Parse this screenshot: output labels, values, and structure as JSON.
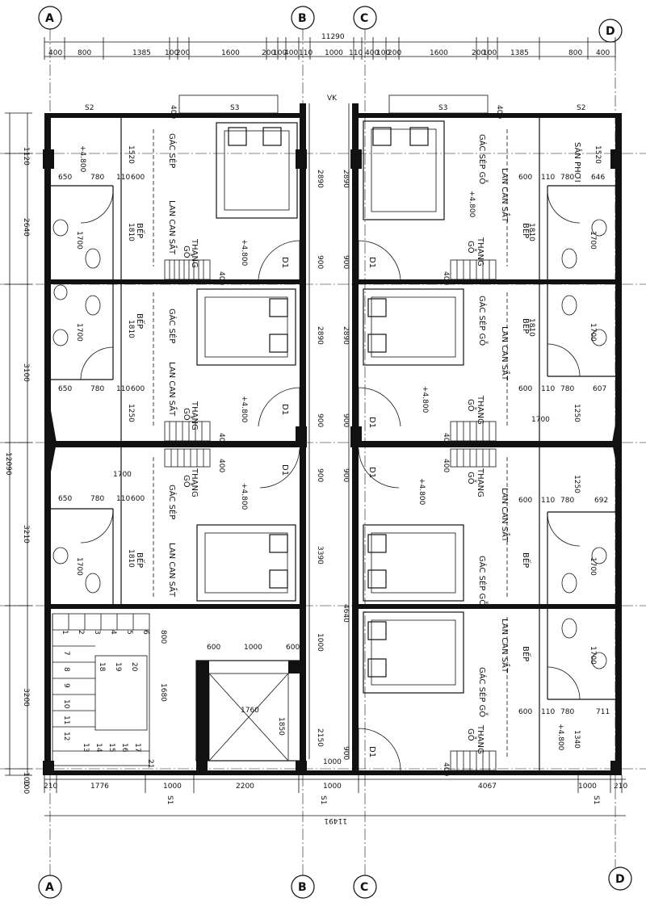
{
  "axes": {
    "a": "A",
    "b": "B",
    "c": "C",
    "d": "D"
  },
  "top_dims": {
    "overall": "11290",
    "segments": [
      "400",
      "800",
      "1385",
      "100",
      "200",
      "1600",
      "200",
      "100",
      "400",
      "110",
      "1000",
      "110",
      "400",
      "100",
      "200",
      "1600",
      "200",
      "100",
      "1385",
      "800",
      "400"
    ]
  },
  "bottom_dims": {
    "overall": "11491",
    "segments": [
      "210",
      "1776",
      "1000",
      "2200",
      "1000",
      "4067",
      "1000",
      "210"
    ],
    "window_tags": [
      "S1",
      "S1",
      "S1"
    ]
  },
  "left_dims": {
    "overall": "12090",
    "segments": [
      "1120",
      "2640",
      "3100",
      "3210",
      "3200",
      "100",
      "100"
    ]
  },
  "room_dims": {
    "d3390": "3390",
    "d3200": "3200",
    "d4640": "4640",
    "d2150": "2150",
    "d1000": "1000",
    "d900": "900",
    "d780": "780",
    "d650": "650",
    "d600": "600",
    "d110": "110",
    "d1700": "1700",
    "d1810": "1810",
    "d1250": "1250",
    "d1520": "1520",
    "d646": "646",
    "d607": "607",
    "d692": "692",
    "d711": "711",
    "d1340": "1340",
    "d1760": "1760",
    "d1600": "1600",
    "d1850": "1850",
    "d400": "400",
    "d200": "200"
  },
  "labels": {
    "gac_sep": "GÁC SÉP",
    "gac_sep_go": "GÁC SÉP GỖ",
    "lan_can_sat": "LAN CAN SẮT",
    "bep": "BẾP",
    "thang_go": "THANG GỖ",
    "thang": "THANG",
    "go": "GỖ",
    "door": "D1",
    "san_phoi": "SÂN PHƠI",
    "s2": "S2",
    "s3": "S3",
    "vk": "VK",
    "level": "+4.800",
    "stair_steps": [
      "1",
      "2",
      "3",
      "4",
      "5",
      "6",
      "7",
      "8",
      "9",
      "10",
      "11",
      "12",
      "13",
      "14",
      "15",
      "16",
      "17",
      "18",
      "19",
      "20",
      "21"
    ]
  }
}
